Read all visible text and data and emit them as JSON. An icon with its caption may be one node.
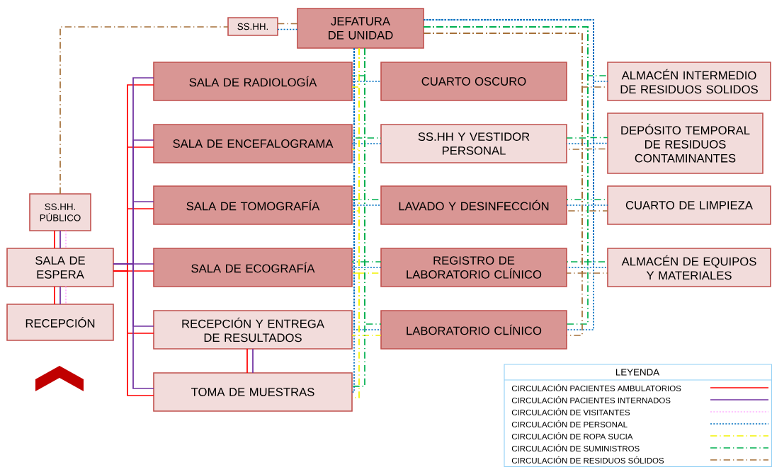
{
  "diagram": {
    "nodes": [
      {
        "text": [
          "JEFATURA DE UNIDAD"
        ]
      },
      {
        "text": [
          "SS.HH."
        ]
      },
      {
        "text": [
          "SALA DE RADIOLOGÍA"
        ]
      },
      {
        "text": [
          "CUARTO OSCURO"
        ]
      },
      {
        "text": [
          "ALMACÉN INTERMEDIO DE RESIDUOS SOLIDOS"
        ]
      },
      {
        "text": [
          "SALA DE ENCEFALOGRAMA"
        ]
      },
      {
        "text": [
          "SS.HH Y VESTIDOR PERSONAL"
        ]
      },
      {
        "text": [
          "DEPÓSITO TEMPORAL DE RESIDUOS CONTAMINANTES"
        ]
      },
      {
        "text": [
          "SS.HH. PÚBLICO"
        ]
      },
      {
        "text": [
          "SALA DE TOMOGRAFÍA"
        ]
      },
      {
        "text": [
          "LAVADO Y DESINFECCIÓN"
        ]
      },
      {
        "text": [
          "CUARTO DE LIMPIEZA"
        ]
      },
      {
        "text": [
          "SALA DE ESPERA"
        ]
      },
      {
        "text": [
          "SALA DE ECOGRAFÍA"
        ]
      },
      {
        "text": [
          "REGISTRO DE LABORATORIO CLÍNICO"
        ]
      },
      {
        "text": [
          "ALMACÉN DE EQUIPOS Y MATERIALES"
        ]
      },
      {
        "text": [
          "RECEPCIÓN"
        ]
      },
      {
        "text": [
          "RECEPCIÓN Y ENTREGA DE RESULTADOS"
        ]
      },
      {
        "text": [
          "LABORATORIO CLÍNICO"
        ]
      },
      {
        "text": [
          "TOMA DE MUESTRAS"
        ]
      }
    ],
    "edges": [
      {
        "from": 12,
        "to": 2,
        "arrow": "none",
        "color": "#ff0000"
      },
      {
        "from": 12,
        "to": 5,
        "arrow": "none",
        "color": "#ff0000"
      },
      {
        "from": 12,
        "to": 9,
        "arrow": "none",
        "color": "#ff0000"
      },
      {
        "from": 12,
        "to": 13,
        "arrow": "none",
        "color": "#ff0000"
      },
      {
        "from": 12,
        "to": 17,
        "arrow": "none",
        "color": "#ff0000"
      },
      {
        "from": 12,
        "to": 19,
        "arrow": "none",
        "color": "#ff0000"
      },
      {
        "from": 12,
        "to": 16,
        "arrow": "none",
        "color": "#ff0000"
      },
      {
        "from": 12,
        "to": 8,
        "arrow": "none",
        "color": "#ff0000"
      },
      {
        "from": 17,
        "to": 19,
        "arrow": "none",
        "color": "#ff0000"
      },
      {
        "from": 12,
        "to": 2,
        "arrow": "none",
        "color": "#7030a0"
      },
      {
        "from": 12,
        "to": 5,
        "arrow": "none",
        "color": "#7030a0"
      },
      {
        "from": 12,
        "to": 9,
        "arrow": "none",
        "color": "#7030a0"
      },
      {
        "from": 12,
        "to": 13,
        "arrow": "none",
        "color": "#7030a0"
      },
      {
        "from": 12,
        "to": 17,
        "arrow": "none",
        "color": "#7030a0"
      },
      {
        "from": 12,
        "to": 19,
        "arrow": "none",
        "color": "#7030a0"
      },
      {
        "from": 12,
        "to": 16,
        "arrow": "none",
        "color": "#7030a0"
      },
      {
        "from": 12,
        "to": 8,
        "arrow": "none",
        "color": "#7030a0"
      },
      {
        "from": 17,
        "to": 19,
        "arrow": "none",
        "color": "#7030a0"
      },
      {
        "from": 12,
        "to": 16,
        "arrow": "none",
        "style": "dashed",
        "color": "#ffb3ff"
      },
      {
        "from": 12,
        "to": 8,
        "arrow": "none",
        "style": "dashed",
        "color": "#ffb3ff"
      },
      {
        "from": 8,
        "to": 1,
        "arrow": "none",
        "style": "dashed",
        "color": "#a5703a"
      },
      {
        "from": 1,
        "to": 0,
        "arrow": "none",
        "style": "dashed",
        "color": "#a5703a"
      },
      {
        "from": 1,
        "to": 0,
        "arrow": "none",
        "style": "dashed",
        "color": "#0070c0"
      },
      {
        "from": 0,
        "to": 2,
        "arrow": "none",
        "style": "dashed",
        "color": "#0070c0"
      },
      {
        "from": 0,
        "to": 3,
        "arrow": "none",
        "style": "dashed",
        "color": "#0070c0"
      },
      {
        "from": 0,
        "to": 5,
        "arrow": "none",
        "style": "dashed",
        "color": "#0070c0"
      },
      {
        "from": 0,
        "to": 6,
        "arrow": "none",
        "style": "dashed",
        "color": "#0070c0"
      },
      {
        "from": 0,
        "to": 9,
        "arrow": "none",
        "style": "dashed",
        "color": "#0070c0"
      },
      {
        "from": 0,
        "to": 10,
        "arrow": "none",
        "style": "dashed",
        "color": "#0070c0"
      },
      {
        "from": 0,
        "to": 13,
        "arrow": "none",
        "style": "dashed",
        "color": "#0070c0"
      },
      {
        "from": 0,
        "to": 14,
        "arrow": "none",
        "style": "dashed",
        "color": "#0070c0"
      },
      {
        "from": 0,
        "to": 17,
        "arrow": "none",
        "style": "dashed",
        "color": "#0070c0"
      },
      {
        "from": 0,
        "to": 18,
        "arrow": "none",
        "style": "dashed",
        "color": "#0070c0"
      },
      {
        "from": 0,
        "to": 19,
        "arrow": "none",
        "style": "dashed",
        "color": "#0070c0"
      },
      {
        "from": 0,
        "to": 2,
        "arrow": "none",
        "style": "dashed",
        "color": "#ffff00"
      },
      {
        "from": 0,
        "to": 5,
        "arrow": "none",
        "style": "dashed",
        "color": "#ffff00"
      },
      {
        "from": 0,
        "to": 9,
        "arrow": "none",
        "style": "dashed",
        "color": "#ffff00"
      },
      {
        "from": 0,
        "to": 13,
        "arrow": "none",
        "style": "dashed",
        "color": "#ffff00"
      },
      {
        "from": 0,
        "to": 17,
        "arrow": "none",
        "style": "dashed",
        "color": "#ffff00"
      },
      {
        "from": 0,
        "to": 19,
        "arrow": "none",
        "style": "dashed",
        "color": "#ffff00"
      },
      {
        "from": 0,
        "to": 14,
        "arrow": "none",
        "style": "dashed",
        "color": "#ffff00"
      },
      {
        "from": 0,
        "to": 18,
        "arrow": "none",
        "style": "dashed",
        "color": "#ffff00"
      },
      {
        "from": 0,
        "to": 2,
        "arrow": "none",
        "style": "dashed",
        "color": "#00b050"
      },
      {
        "from": 0,
        "to": 5,
        "arrow": "none",
        "style": "dashed",
        "color": "#00b050"
      },
      {
        "from": 0,
        "to": 9,
        "arrow": "none",
        "style": "dashed",
        "color": "#00b050"
      },
      {
        "from": 0,
        "to": 13,
        "arrow": "none",
        "style": "dashed",
        "color": "#00b050"
      },
      {
        "from": 0,
        "to": 19,
        "arrow": "none",
        "style": "dashed",
        "color": "#00b050"
      },
      {
        "from": 0,
        "to": 6,
        "arrow": "none",
        "style": "dashed",
        "color": "#00b050"
      },
      {
        "from": 0,
        "to": 10,
        "arrow": "none",
        "style": "dashed",
        "color": "#00b050"
      },
      {
        "from": 0,
        "to": 14,
        "arrow": "none",
        "style": "dashed",
        "color": "#00b050"
      },
      {
        "from": 0,
        "to": 18,
        "arrow": "none",
        "style": "dashed",
        "color": "#00b050"
      },
      {
        "from": 0,
        "to": 4,
        "arrow": "none",
        "style": "dashed",
        "color": "#0070c0"
      },
      {
        "from": 0,
        "to": 6,
        "arrow": "none",
        "style": "dashed",
        "color": "#0070c0"
      },
      {
        "from": 0,
        "to": 7,
        "arrow": "none",
        "style": "dashed",
        "color": "#0070c0"
      },
      {
        "from": 0,
        "to": 10,
        "arrow": "none",
        "style": "dashed",
        "color": "#0070c0"
      },
      {
        "from": 0,
        "to": 11,
        "arrow": "none",
        "style": "dashed",
        "color": "#0070c0"
      },
      {
        "from": 0,
        "to": 14,
        "arrow": "none",
        "style": "dashed",
        "color": "#0070c0"
      },
      {
        "from": 0,
        "to": 15,
        "arrow": "none",
        "style": "dashed",
        "color": "#0070c0"
      },
      {
        "from": 0,
        "to": 18,
        "arrow": "none",
        "style": "dashed",
        "color": "#0070c0"
      },
      {
        "from": 0,
        "to": 4,
        "arrow": "none",
        "style": "dashed",
        "color": "#00b050"
      },
      {
        "from": 0,
        "to": 6,
        "arrow": "none",
        "style": "dashed",
        "color": "#00b050"
      },
      {
        "from": 0,
        "to": 7,
        "arrow": "none",
        "style": "dashed",
        "color": "#00b050"
      },
      {
        "from": 0,
        "to": 10,
        "arrow": "none",
        "style": "dashed",
        "color": "#00b050"
      },
      {
        "from": 0,
        "to": 11,
        "arrow": "none",
        "style": "dashed",
        "color": "#00b050"
      },
      {
        "from": 0,
        "to": 14,
        "arrow": "none",
        "style": "dashed",
        "color": "#00b050"
      },
      {
        "from": 0,
        "to": 15,
        "arrow": "none",
        "style": "dashed",
        "color": "#00b050"
      },
      {
        "from": 0,
        "to": 18,
        "arrow": "none",
        "style": "dashed",
        "color": "#00b050"
      },
      {
        "from": 0,
        "to": 4,
        "arrow": "none",
        "style": "dashed",
        "color": "#a5703a"
      },
      {
        "from": 0,
        "to": 6,
        "arrow": "none",
        "style": "dashed",
        "color": "#a5703a"
      },
      {
        "from": 0,
        "to": 7,
        "arrow": "none",
        "style": "dashed",
        "color": "#a5703a"
      },
      {
        "from": 0,
        "to": 10,
        "arrow": "none",
        "style": "dashed",
        "color": "#a5703a"
      },
      {
        "from": 0,
        "to": 11,
        "arrow": "none",
        "style": "dashed",
        "color": "#a5703a"
      },
      {
        "from": 0,
        "to": 14,
        "arrow": "none",
        "style": "dashed",
        "color": "#a5703a"
      },
      {
        "from": 0,
        "to": 15,
        "arrow": "none",
        "style": "dashed",
        "color": "#a5703a"
      },
      {
        "from": 0,
        "to": 18,
        "arrow": "none",
        "style": "dashed",
        "color": "#a5703a"
      }
    ],
    "labels": [
      "LEYENDA"
    ],
    "legend": [
      {
        "text": "CIRCULACIÓN PACIENTES AMBULATORIOS"
      },
      {
        "text": "CIRCULACIÓN PACIENTES INTERNADOS"
      },
      {
        "text": "CIRCULACIÓN DE VISITANTES"
      },
      {
        "text": "CIRCULACIÓN DE PERSONAL"
      },
      {
        "text": "CIRCULACIÓN DE ROPA SUCIA"
      },
      {
        "text": "CIRCULACIÓN DE SUMINISTROS"
      },
      {
        "text": "CIRCULACIÓN DE RESIDUOS SÓLIDOS"
      }
    ]
  }
}
